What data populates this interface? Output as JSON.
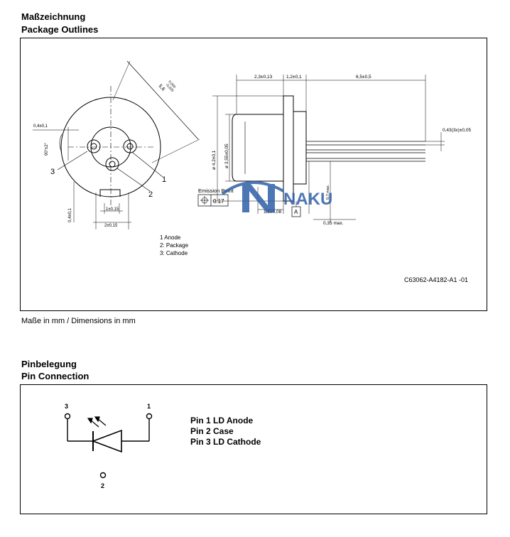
{
  "section1": {
    "title_de": "Maßzeichnung",
    "title_en": "Package Outlines"
  },
  "drawing": {
    "dim_diag": "5,6",
    "dim_diag_tol1": "0,000",
    "dim_diag_tol2": "-0,025",
    "dim_04": "0,4±0,1",
    "dim_angle": "90°±2°",
    "dim_04v": "0,4±0,1",
    "dim_1": "1±0,15",
    "dim_2": "2±0,15",
    "callout_1": "1",
    "callout_2": "2",
    "callout_3": "3",
    "dim_23": "2,3±0,13",
    "dim_12": "1,2±0,1",
    "dim_65": "6,5±0,5",
    "dim_42": "ø 4,2±0,1",
    "dim_355": "ø 3,55±0,05",
    "dim_043": "0,43(3x)±0,05",
    "dim_ref": "0,7 max.",
    "dim_15": "1,5±0,08",
    "dim_035": "0,35 max.",
    "emission_label": "Emission Point",
    "emission_value": "0.17",
    "emission_datum": "A",
    "datum_a": "A",
    "legend": [
      "1 Anode",
      "2: Package",
      "3: Cathode"
    ],
    "drawing_id": "C63062-A4182-A1 -01",
    "watermark": "NAKU"
  },
  "units_note": "Maße in mm / Dimensions in mm",
  "section2": {
    "title_de": "Pinbelegung",
    "title_en": "Pin Connection"
  },
  "pins": {
    "label_1": "1",
    "label_2": "2",
    "label_3": "3",
    "list": [
      "Pin 1 LD Anode",
      "Pin 2 Case",
      "Pin 3 LD Cathode"
    ]
  }
}
